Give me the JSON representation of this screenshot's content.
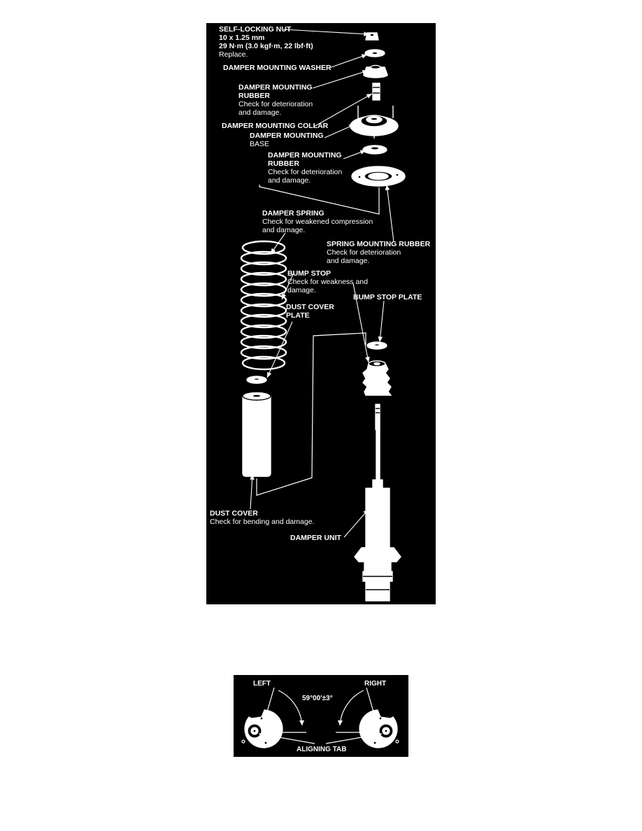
{
  "main_diagram": {
    "labels": {
      "self_locking_nut": {
        "title": "SELF-LOCKING NUT",
        "notes": [
          "10 x 1.25 mm",
          "29 N·m (3.0 kgf·m, 22 lbf·ft)",
          "Replace."
        ]
      },
      "damper_mounting_washer": {
        "title": "DAMPER MOUNTING WASHER"
      },
      "damper_mounting_rubber_upper": {
        "title": "DAMPER MOUNTING",
        "title2": "RUBBER",
        "notes": [
          "Check for deterioration",
          "and damage."
        ]
      },
      "damper_mounting_collar": {
        "title": "DAMPER MOUNTING COLLAR"
      },
      "damper_mounting_base": {
        "title": "DAMPER MOUNTING",
        "title2": "BASE"
      },
      "damper_mounting_rubber_lower": {
        "title": "DAMPER MOUNTING",
        "title2": "RUBBER",
        "notes": [
          "Check for deterioration",
          "and damage."
        ]
      },
      "damper_spring": {
        "title": "DAMPER SPRING",
        "notes": [
          "Check for weakened compression",
          "and damage."
        ]
      },
      "spring_mounting_rubber": {
        "title": "SPRING MOUNTING RUBBER",
        "notes": [
          "Check for deterioration",
          "and damage."
        ]
      },
      "bump_stop": {
        "title": "BUMP STOP",
        "notes": [
          "Check for weakness and",
          "damage."
        ]
      },
      "bump_stop_plate": {
        "title": "BUMP STOP PLATE"
      },
      "dust_cover_plate": {
        "title": "DUST COVER",
        "title2": "PLATE"
      },
      "dust_cover": {
        "title": "DUST COVER",
        "notes": [
          "Check for bending and damage."
        ]
      },
      "damper_unit": {
        "title": "DAMPER UNIT"
      }
    }
  },
  "aligning_diagram": {
    "left": "LEFT",
    "right": "RIGHT",
    "angle": "59°00'±3°",
    "aligning_tab": "ALIGNING TAB"
  }
}
